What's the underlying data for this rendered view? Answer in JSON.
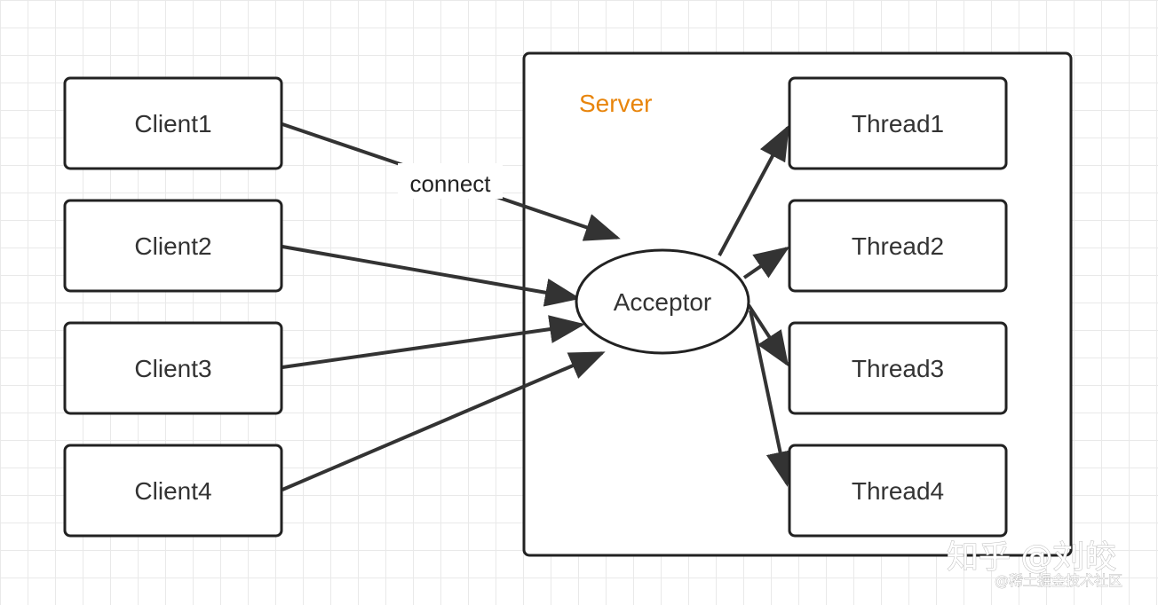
{
  "diagram": {
    "server_label": "Server",
    "acceptor_label": "Acceptor",
    "connect_label": "connect",
    "clients": [
      {
        "label": "Client1"
      },
      {
        "label": "Client2"
      },
      {
        "label": "Client3"
      },
      {
        "label": "Client4"
      }
    ],
    "threads": [
      {
        "label": "Thread1"
      },
      {
        "label": "Thread2"
      },
      {
        "label": "Thread3"
      },
      {
        "label": "Thread4"
      }
    ]
  },
  "watermark": {
    "primary": "知乎 @刘皎",
    "secondary": "@稀土掘金技术社区"
  },
  "colors": {
    "server_label": "#e8850c",
    "stroke": "#222222",
    "text": "#333333",
    "grid": "#e9e9e9"
  }
}
